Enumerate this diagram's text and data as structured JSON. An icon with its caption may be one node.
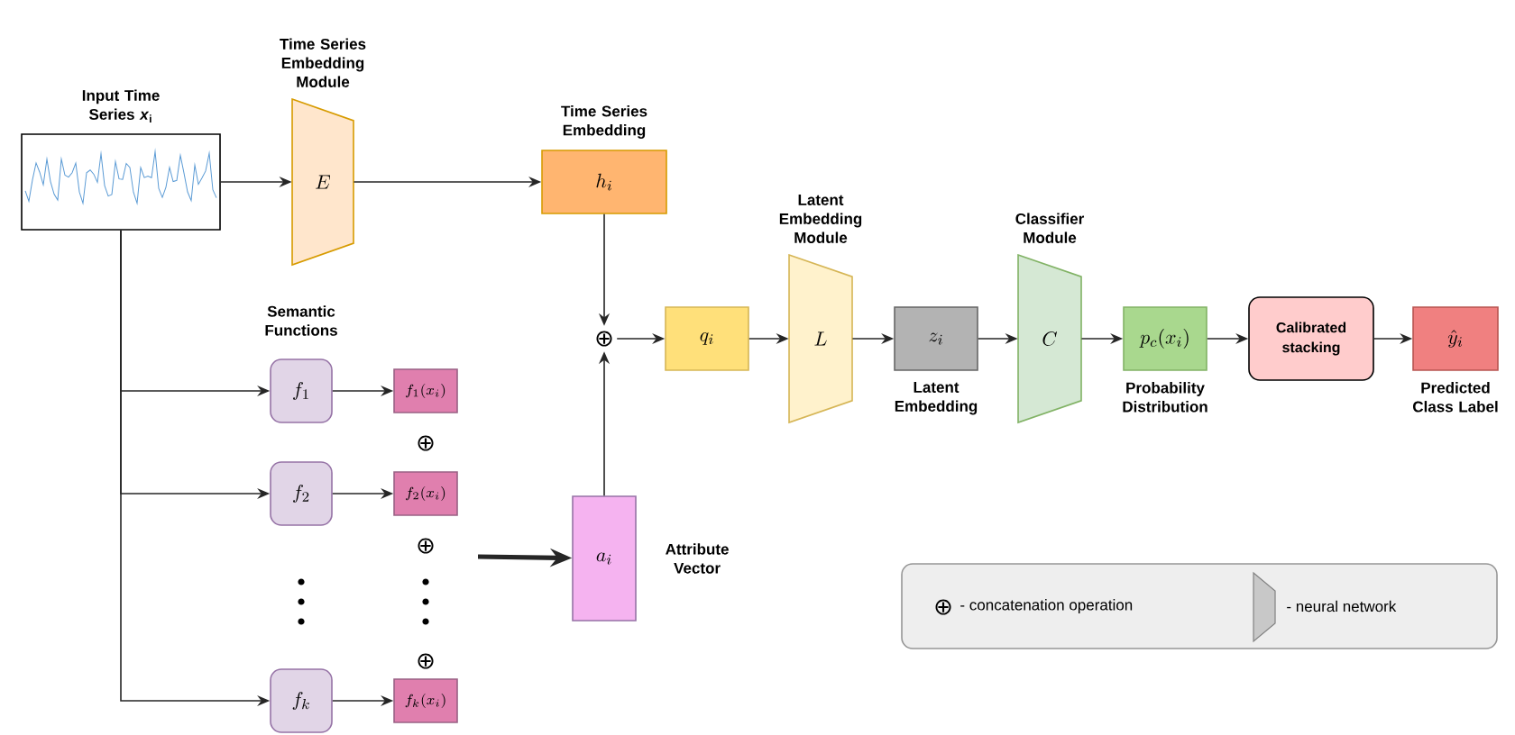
{
  "diagram": {
    "nodes": [
      {
        "text": [
          "Input Time Series *x*$_{i}$"
        ]
      },
      {
        "text": [
          "Time Series Embedding Module",
          "E"
        ]
      },
      {
        "text": [
          "Time Series Embedding",
          "h_i"
        ]
      },
      {
        "text": [
          "⊕"
        ]
      },
      {
        "text": [
          "q_i"
        ]
      },
      {
        "text": [
          "Latent Embedding Module",
          "L"
        ]
      },
      {
        "text": [
          "z_i",
          "Latent Embedding"
        ]
      },
      {
        "text": [
          "Classifier Module",
          "C"
        ]
      },
      {
        "text": [
          "p_c(x_i)",
          "Probability Distribution"
        ]
      },
      {
        "text": [
          "Calibrated stacking"
        ]
      },
      {
        "text": [
          "\\hat{y}_i",
          "Predicted Class Label"
        ]
      },
      {
        "text": [
          "f_1"
        ]
      },
      {
        "text": [
          "f_1(x_i)"
        ]
      },
      {
        "text": [
          "f_2"
        ]
      },
      {
        "text": [
          "f_2(x_i)"
        ]
      },
      {
        "text": [
          "f_k"
        ]
      },
      {
        "text": [
          "f_k(x_i)"
        ]
      },
      {
        "text": [
          "a_i"
        ],
        "beside": [
          "Attribute Vector"
        ]
      }
    ],
    "edges": [
      {
        "from": 0,
        "to": 1,
        "arrow": "to"
      },
      {
        "from": 1,
        "to": 2,
        "arrow": "to"
      },
      {
        "from": 2,
        "to": 3,
        "arrow": "to"
      },
      {
        "from": 17,
        "to": 3,
        "arrow": "to"
      },
      {
        "from": 3,
        "to": 4,
        "arrow": "to"
      },
      {
        "from": 4,
        "to": 5,
        "arrow": "to"
      },
      {
        "from": 5,
        "to": 6,
        "arrow": "to"
      },
      {
        "from": 6,
        "to": 7,
        "arrow": "to"
      },
      {
        "from": 7,
        "to": 8,
        "arrow": "to"
      },
      {
        "from": 8,
        "to": 9,
        "arrow": "to"
      },
      {
        "from": 9,
        "to": 10,
        "arrow": "to"
      },
      {
        "from": 0,
        "to": 11,
        "arrow": "to"
      },
      {
        "from": 0,
        "to": 13,
        "arrow": "to"
      },
      {
        "from": 0,
        "to": 15,
        "arrow": "to"
      },
      {
        "from": 11,
        "to": 12,
        "arrow": "to"
      },
      {
        "from": 13,
        "to": 14,
        "arrow": "to"
      },
      {
        "from": 15,
        "to": 16,
        "arrow": "to"
      },
      {
        "from": null,
        "to": 17,
        "arrow": "to",
        "style": "thick"
      }
    ],
    "labels": [
      "Semantic Functions",
      "⊕",
      "⊕",
      "⊕",
      "⊕"
    ],
    "legend": [
      {
        "text": "- concatenation operation"
      },
      {
        "text": "- neural network"
      }
    ]
  }
}
